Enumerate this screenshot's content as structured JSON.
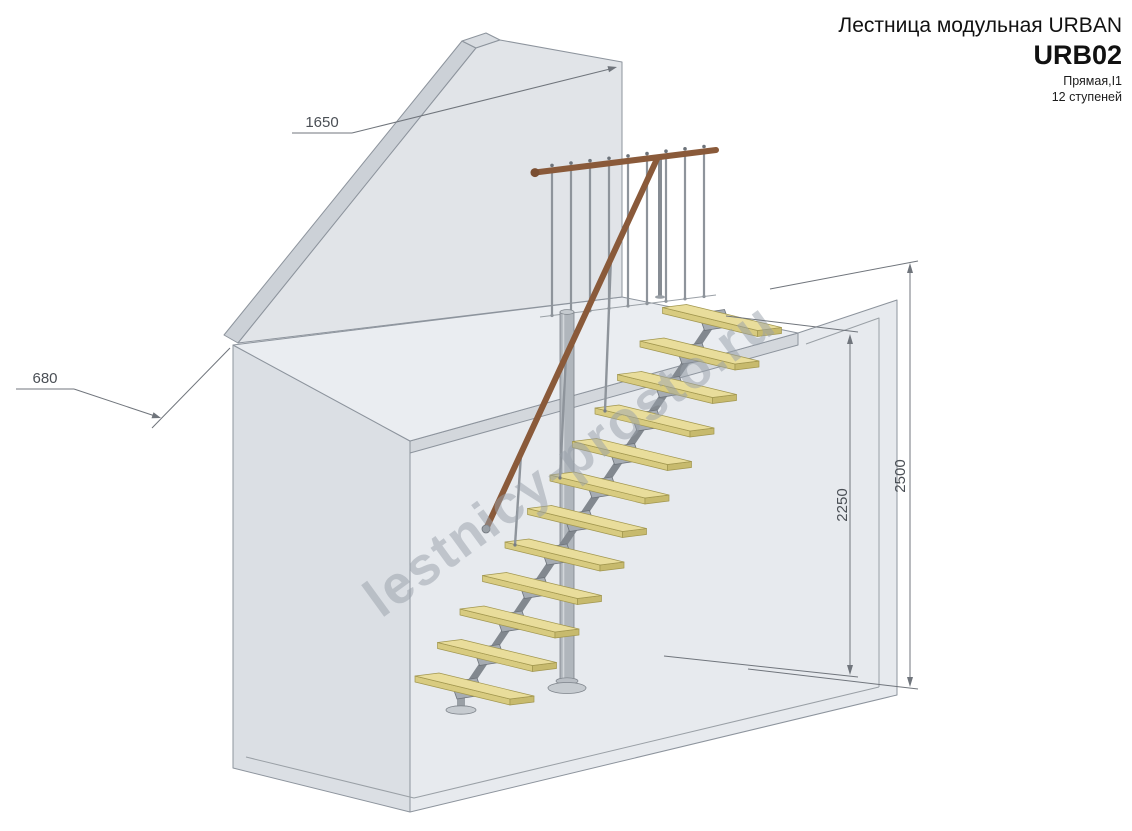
{
  "header": {
    "title": "Лестница модульная URBAN",
    "model": "URB02",
    "type_line": "Прямая,I1",
    "steps_line": "12 ступеней"
  },
  "dimensions": {
    "wall_width": "1650",
    "landing_depth": "680",
    "ceiling_height": "2500",
    "floor_to_landing": "2250"
  },
  "watermark": "lestnicy-prosto.ru",
  "drawing": {
    "subject": "modular straight staircase in room cutaway, isometric view",
    "steps_count": 12,
    "colors": {
      "tread": "#e9dd9b",
      "tread_front": "#d8cb80",
      "tread_side": "#c7ba6d",
      "tread_edge": "#a2974f",
      "metal": "#9aa0a6",
      "metal_dark": "#6d737a",
      "handrail": "#8a5a3a",
      "line": "#8d949d",
      "dim": "#70757c"
    }
  }
}
